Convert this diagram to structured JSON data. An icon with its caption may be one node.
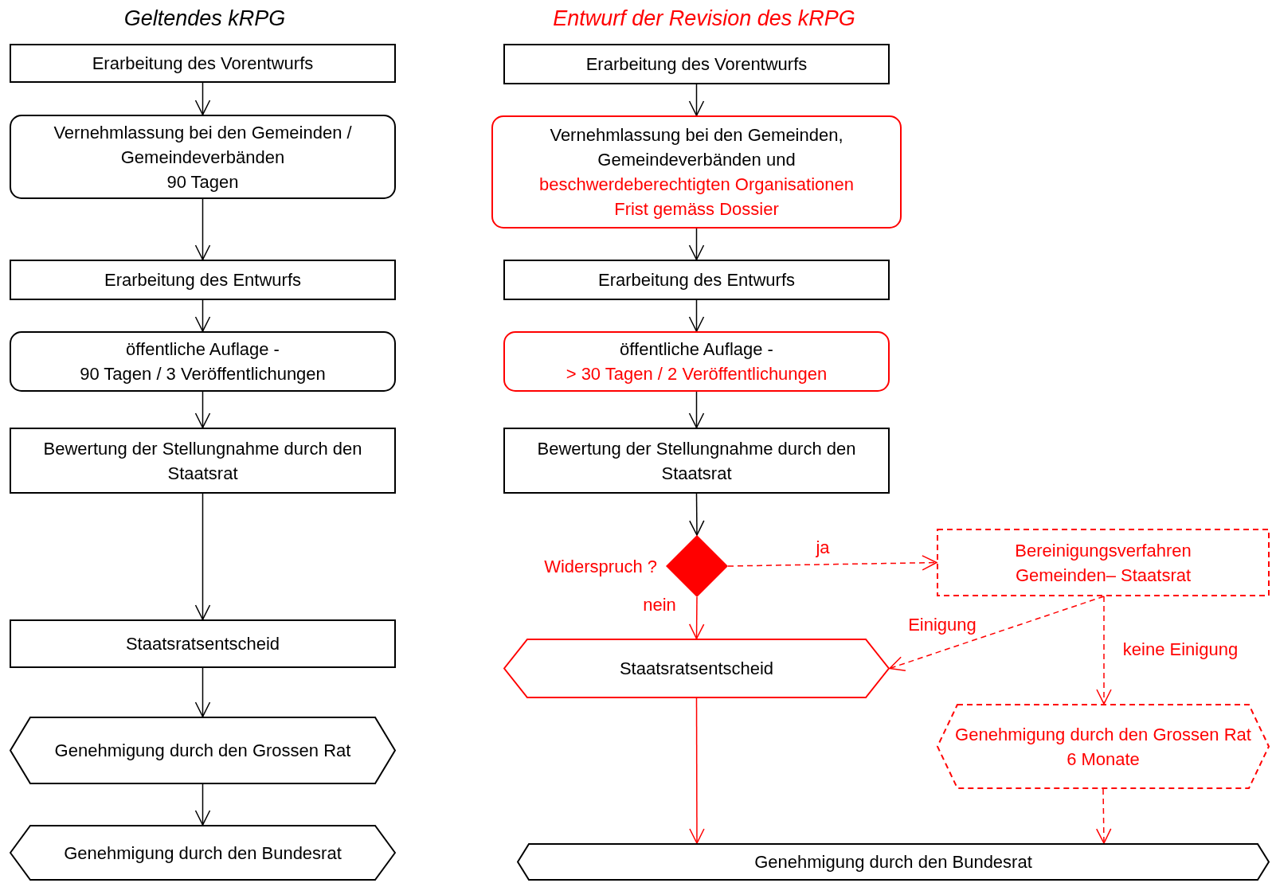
{
  "diagram": {
    "nodes": [
      {
        "text": [
          "Erarbeitung des Vorentwurfs"
        ]
      },
      {
        "text": [
          "Vernehmlassung bei den Gemeinden / Gemeindeverbänden",
          "90 Tagen"
        ]
      },
      {
        "text": [
          "Erarbeitung des Entwurfs"
        ]
      },
      {
        "text": [
          "öffentliche Auflage -",
          "90 Tagen / 3 Veröffentlichungen"
        ]
      },
      {
        "text": [
          "Bewertung der Stellungnahme durch den Staatsrat"
        ]
      },
      {
        "text": [
          "Staatsratsentscheid"
        ]
      },
      {
        "text": [
          "Genehmigung durch den Grossen Rat"
        ]
      },
      {
        "text": [
          "Genehmigung durch den Bundesrat"
        ]
      },
      {
        "text": [
          "Erarbeitung des Vorentwurfs"
        ]
      },
      {
        "text": [
          "Vernehmlassung bei den Gemeinden, Gemeindeverbänden und",
          "beschwerdeberechtigten Organisationen",
          "Frist gemäss Dossier"
        ]
      },
      {
        "text": [
          "Erarbeitung des Entwurfs"
        ]
      },
      {
        "text": [
          "öffentliche Auflage -",
          "> 30 Tagen / 2 Veröffentlichungen"
        ]
      },
      {
        "text": [
          "Bewertung der Stellungnahme durch den Staatsrat"
        ]
      },
      {
        "text": [
          "Widerspruch ?"
        ]
      },
      {
        "text": [
          "Bereinigungsverfahren Gemeinden– Staatsrat"
        ]
      },
      {
        "text": [
          "Staatsratsentscheid"
        ]
      },
      {
        "text": [
          "Genehmigung durch den Grossen Rat",
          "6 Monate"
        ]
      },
      {
        "text": [
          "Genehmigung durch den Bundesrat"
        ]
      }
    ],
    "edges": [
      {
        "from": 0,
        "to": 1,
        "arrow": "to"
      },
      {
        "from": 1,
        "to": 2,
        "arrow": "to"
      },
      {
        "from": 2,
        "to": 3,
        "arrow": "to"
      },
      {
        "from": 3,
        "to": 4,
        "arrow": "to"
      },
      {
        "from": 4,
        "to": 5,
        "arrow": "to"
      },
      {
        "from": 5,
        "to": 6,
        "arrow": "to"
      },
      {
        "from": 6,
        "to": 7,
        "arrow": "to"
      },
      {
        "from": 8,
        "to": 9,
        "arrow": "to"
      },
      {
        "from": 9,
        "to": 10,
        "arrow": "to"
      },
      {
        "from": 10,
        "to": 11,
        "arrow": "to"
      },
      {
        "from": 11,
        "to": 12,
        "arrow": "to"
      },
      {
        "from": 12,
        "to": 13,
        "arrow": "to"
      },
      {
        "from": 13,
        "to": 15,
        "arrow": "to",
        "label": "nein",
        "color": "#ff0000"
      },
      {
        "from": 13,
        "to": 14,
        "arrow": "to",
        "label": "ja",
        "style": "dashed",
        "color": "#ff0000"
      },
      {
        "from": 14,
        "to": 15,
        "arrow": "to",
        "label": "Einigung",
        "style": "dashed",
        "color": "#ff0000"
      },
      {
        "from": 14,
        "to": 16,
        "arrow": "to",
        "label": "keine Einigung",
        "style": "dashed",
        "color": "#ff0000"
      },
      {
        "from": 15,
        "to": 17,
        "arrow": "to",
        "color": "#ff0000"
      },
      {
        "from": 16,
        "to": 17,
        "arrow": "to",
        "style": "dashed",
        "color": "#ff0000"
      }
    ],
    "labels": [
      "Geltendes kRPG",
      "Entwurf der Revision des kRPG"
    ]
  }
}
